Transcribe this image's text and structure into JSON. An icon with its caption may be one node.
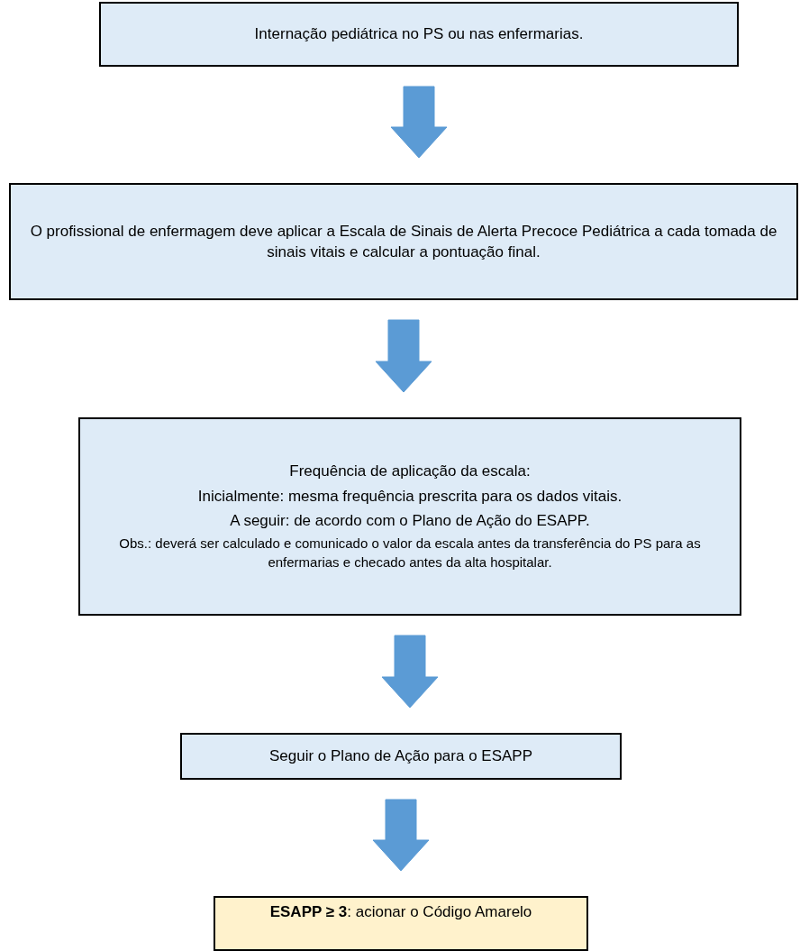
{
  "diagram": {
    "nodes": [
      {
        "text": [
          "Internação pediátrica no PS ou nas enfermarias."
        ]
      },
      {
        "text": [
          "O profissional de enfermagem deve aplicar a Escala de Sinais de Alerta Precoce Pediátrica a cada tomada de sinais vitais e calcular a pontuação final."
        ]
      },
      {
        "text": [
          "Frequência de aplicação da escala:",
          "Inicialmente: mesma frequência prescrita para os dados vitais.",
          "A seguir: de acordo com o Plano de Ação do ESAPP.",
          "Obs.:  deverá ser calculado e comunicado o valor da escala antes da transferência do PS para as enfermarias e checado antes da alta hospitalar."
        ]
      },
      {
        "text": [
          "Seguir o Plano de Ação para o ESAPP"
        ]
      },
      {
        "text": [
          "**ESAPP ≥ 3**: acionar o Código Amarelo"
        ]
      }
    ],
    "edges": [
      {
        "from": 0,
        "to": 1,
        "arrow": "to"
      },
      {
        "from": 1,
        "to": 2,
        "arrow": "to"
      },
      {
        "from": 2,
        "to": 3,
        "arrow": "to"
      },
      {
        "from": 3,
        "to": 4,
        "arrow": "to"
      }
    ]
  }
}
